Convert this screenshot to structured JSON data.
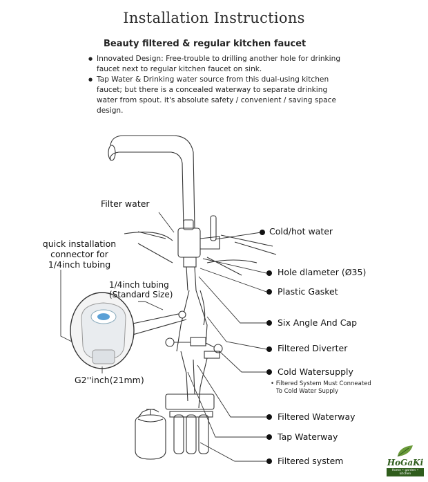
{
  "header": {
    "title": "Installation Instructions",
    "subtitle": "Beauty filtered & regular kitchen faucet"
  },
  "bullets": [
    "Innovated Design: Free-trouble to drilling another hole for drinking faucet next to regular kitchen faucet on sink.",
    "Tap Water & Drinking water source from this dual-using kitchen faucet; but there is a concealed waterway to separate drinking water from spout. it's absolute safety / convenient / saving space design."
  ],
  "left_labels": {
    "filter_water": "Filter water",
    "connector_line1": "quick installation",
    "connector_line2": "connector for",
    "connector_line3": "1/4inch tubing",
    "tubing_line1": "1/4inch tubing",
    "tubing_line2": "(Standard Size)",
    "thread": "G2''inch(21mm)"
  },
  "right_labels": {
    "cold_hot": "Cold/hot water",
    "hole": "Hole dlameter (Ø35)",
    "gasket": "Plastic Gasket",
    "six_angle": "Six Angle And Cap",
    "diverter": "Filtered Diverter",
    "cold_supply": "Cold Watersupply",
    "cold_note1": "Filtered System Must Conneated",
    "cold_note2": "To Cold Water Supply",
    "filtered_waterway": "Filtered Waterway",
    "tap_waterway": "Tap Waterway",
    "filtered_system": "Filtered system"
  },
  "logo": {
    "name": "HoGaKi",
    "tagline": "Home • garden • kitchen"
  }
}
